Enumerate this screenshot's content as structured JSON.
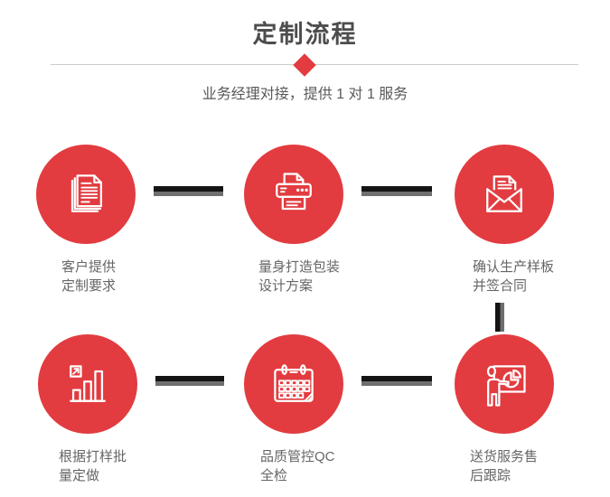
{
  "header": {
    "title": "定制流程",
    "subtitle": "业务经理对接，提供 1 对 1 服务",
    "divider_icon": "diamond-icon"
  },
  "colors": {
    "accent_red": "#e23c40",
    "connector_dark": "#141414",
    "connector_gray": "#6f6f6f",
    "divider_line": "#cbcbcb",
    "title_text": "#4d4d4d",
    "label_text": "#666666",
    "icon_stroke": "#ffffff"
  },
  "steps": [
    {
      "icon": "documents-icon",
      "label_line1": "客户提供",
      "label_line2": "定制要求"
    },
    {
      "icon": "printer-icon",
      "label_line1": "量身打造包装",
      "label_line2": "设计方案"
    },
    {
      "icon": "envelope-icon",
      "label_line1": "确认生产样板",
      "label_line2": "并签合同"
    },
    {
      "icon": "bar-chart-icon",
      "label_line1": "根据打样批",
      "label_line2": "量定做"
    },
    {
      "icon": "calendar-icon",
      "label_line1": "品质管控QC",
      "label_line2": "全检"
    },
    {
      "icon": "presentation-icon",
      "label_line1": "送货服务售",
      "label_line2": "后跟踪"
    }
  ]
}
